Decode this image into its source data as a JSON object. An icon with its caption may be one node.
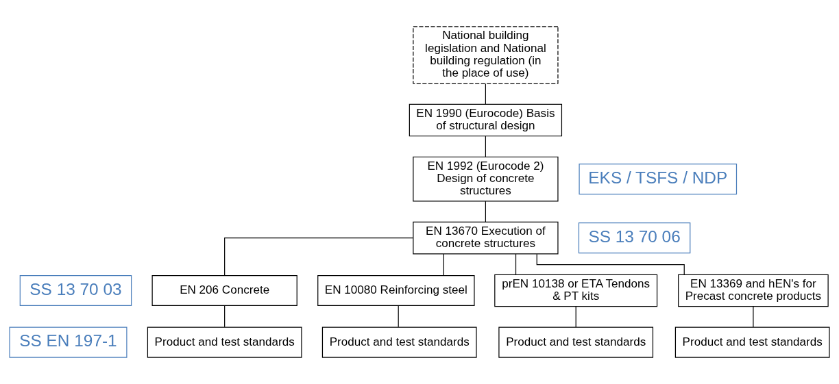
{
  "diagram": {
    "nodes": [
      {
        "text": [
          "National building legislation and National building regulation (in the place of use)"
        ]
      },
      {
        "text": [
          "EN 1990 (Eurocode) Basis of structural design"
        ]
      },
      {
        "text": [
          "EN 1992 (Eurocode 2) Design of concrete structures"
        ]
      },
      {
        "text": [
          "EN 13670 Execution of concrete structures"
        ]
      },
      {
        "text": [
          "EN 206 Concrete"
        ]
      },
      {
        "text": [
          "EN 10080 Reinforcing steel"
        ]
      },
      {
        "text": [
          "prEN 10138 or ETA Tendons & PT kits"
        ]
      },
      {
        "text": [
          "EN 13369 and hEN's for Precast concrete products"
        ]
      },
      {
        "text": [
          "Product and test standards"
        ]
      },
      {
        "text": [
          "Product and test standards"
        ]
      },
      {
        "text": [
          "Product and test standards"
        ]
      },
      {
        "text": [
          "Product and test standards"
        ]
      },
      {
        "text": [
          "EKS / TSFS / NDP"
        ]
      },
      {
        "text": [
          "SS 13 70 06"
        ]
      },
      {
        "text": [
          "SS 13 70 03"
        ]
      },
      {
        "text": [
          "SS EN 197-1"
        ]
      }
    ],
    "edges": [
      {
        "from": 0,
        "to": 1,
        "arrow": "none"
      },
      {
        "from": 1,
        "to": 2,
        "arrow": "none"
      },
      {
        "from": 2,
        "to": 3,
        "arrow": "none"
      },
      {
        "from": 3,
        "to": 4,
        "arrow": "none"
      },
      {
        "from": 3,
        "to": 5,
        "arrow": "none"
      },
      {
        "from": 3,
        "to": 6,
        "arrow": "none"
      },
      {
        "from": 3,
        "to": 7,
        "arrow": "none"
      },
      {
        "from": 4,
        "to": 8,
        "arrow": "none"
      },
      {
        "from": 5,
        "to": 9,
        "arrow": "none"
      },
      {
        "from": 6,
        "to": 10,
        "arrow": "none"
      },
      {
        "from": 7,
        "to": 11,
        "arrow": "none"
      }
    ]
  }
}
